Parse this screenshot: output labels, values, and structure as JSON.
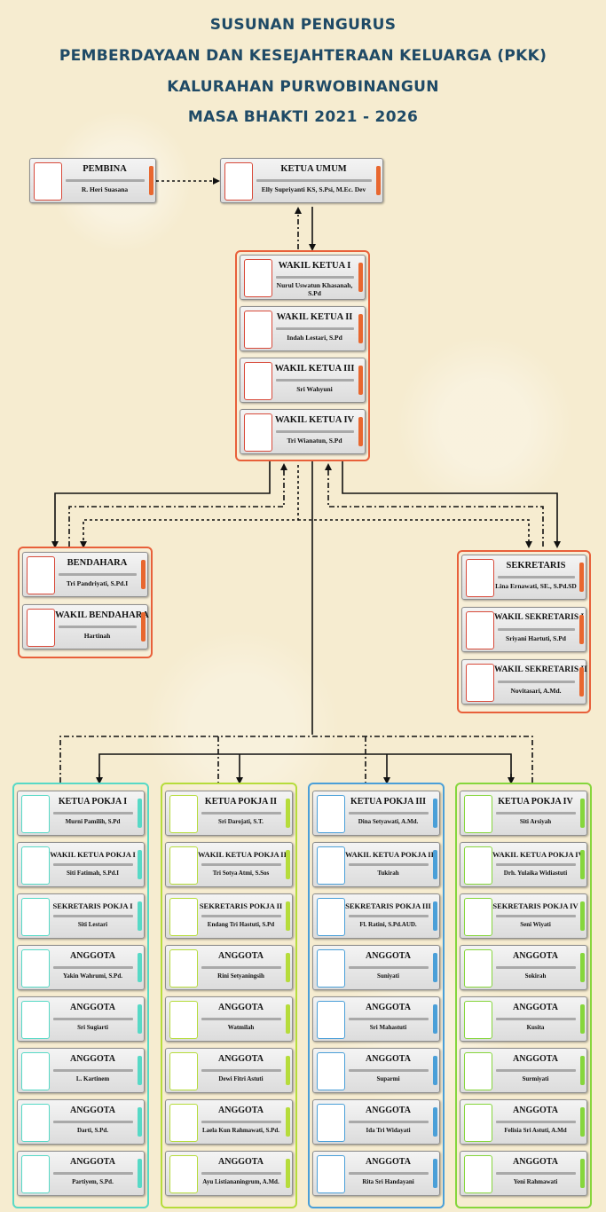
{
  "title": {
    "line1": "SUSUNAN PENGURUS",
    "line2": "PEMBERDAYAAN DAN KESEJAHTERAAN KELUARGA (PKK)",
    "line3": "KALURAHAN PURWOBINANGUN",
    "line4": "MASA BHAKTI 2021 - 2026"
  },
  "colors": {
    "title": "#1f4a66",
    "orange": "#e8672f",
    "pokja1": "#57d9c6",
    "pokja2": "#b6dc3b",
    "pokja3": "#4a9fd8",
    "pokja4": "#86d63c"
  },
  "pembina": {
    "role": "PEMBINA",
    "name": "R. Heri Suasana"
  },
  "ketua_umum": {
    "role": "KETUA UMUM",
    "name": "Elly Supriyanti KS, S.Psi, M.Ec. Dev"
  },
  "wakil_ketua": [
    {
      "role": "WAKIL KETUA I",
      "name": "Nurul Uswatun Khasanah, S.Pd"
    },
    {
      "role": "WAKIL KETUA II",
      "name": "Indah Lestari, S.Pd"
    },
    {
      "role": "WAKIL KETUA III",
      "name": "Sri Wahyuni"
    },
    {
      "role": "WAKIL KETUA IV",
      "name": "Tri Wianatun, S.Pd"
    }
  ],
  "bendahara": [
    {
      "role": "BENDAHARA",
      "name": "Tri Pandriyati, S.Pd.I"
    },
    {
      "role": "WAKIL BENDAHARA",
      "name": "Hartinah"
    }
  ],
  "sekretaris": [
    {
      "role": "SEKRETARIS",
      "name": "Lina Ernawati, SE., S.Pd.SD"
    },
    {
      "role": "WAKIL SEKRETARIS I",
      "name": "Sriyani Hartuti, S.Pd"
    },
    {
      "role": "WAKIL SEKRETARIS II",
      "name": "Novitasari, A.Md."
    }
  ],
  "pokja": [
    {
      "members": [
        {
          "role": "KETUA POKJA I",
          "name": "Murni Pamilih, S.Pd"
        },
        {
          "role": "WAKIL KETUA POKJA I",
          "name": "Siti Fatimah, S.Pd.I"
        },
        {
          "role": "SEKRETARIS POKJA I",
          "name": "Siti Lestari"
        },
        {
          "role": "ANGGOTA",
          "name": "Yakin Wahrumi, S.Pd."
        },
        {
          "role": "ANGGOTA",
          "name": "Sri Sugiarti"
        },
        {
          "role": "ANGGOTA",
          "name": "L. Kartinem"
        },
        {
          "role": "ANGGOTA",
          "name": "Darti, S.Pd."
        },
        {
          "role": "ANGGOTA",
          "name": "Partiyem, S.Pd."
        }
      ]
    },
    {
      "members": [
        {
          "role": "KETUA POKJA II",
          "name": "Sri Darojati, S.T."
        },
        {
          "role": "WAKIL KETUA POKJA II",
          "name": "Tri Sotya Atmi, S.Sos"
        },
        {
          "role": "SEKRETARIS POKJA II",
          "name": "Endang Tri Hastuti, S.Pd"
        },
        {
          "role": "ANGGOTA",
          "name": "Rini Setyaningsih"
        },
        {
          "role": "ANGGOTA",
          "name": "Watmilah"
        },
        {
          "role": "ANGGOTA",
          "name": "Dewi Fitri Astuti"
        },
        {
          "role": "ANGGOTA",
          "name": "Laela Kun Rahmawati, S.Pd."
        },
        {
          "role": "ANGGOTA",
          "name": "Ayu Listiananingrum, A.Md."
        }
      ]
    },
    {
      "members": [
        {
          "role": "KETUA POKJA III",
          "name": "Dina Setyawati, A.Md."
        },
        {
          "role": "WAKIL KETUA POKJA III",
          "name": "Tukirah"
        },
        {
          "role": "SEKRETARIS POKJA III",
          "name": "Fl. Ratini, S.Pd.AUD."
        },
        {
          "role": "ANGGOTA",
          "name": "Suniyati"
        },
        {
          "role": "ANGGOTA",
          "name": "Sri Mahastuti"
        },
        {
          "role": "ANGGOTA",
          "name": "Suparmi"
        },
        {
          "role": "ANGGOTA",
          "name": "Ida Tri Widayati"
        },
        {
          "role": "ANGGOTA",
          "name": "Rita Sri Handayani"
        }
      ]
    },
    {
      "members": [
        {
          "role": "KETUA POKJA IV",
          "name": "Siti Arsiyah"
        },
        {
          "role": "WAKIL KETUA POKJA IV",
          "name": "Drh. Yulaika Widiastuti"
        },
        {
          "role": "SEKRETARIS POKJA IV",
          "name": "Seni Wiyati"
        },
        {
          "role": "ANGGOTA",
          "name": "Sokirah"
        },
        {
          "role": "ANGGOTA",
          "name": "Kusita"
        },
        {
          "role": "ANGGOTA",
          "name": "Surmiyati"
        },
        {
          "role": "ANGGOTA",
          "name": "Felisia Sri Astuti, A.Md"
        },
        {
          "role": "ANGGOTA",
          "name": "Yeni Rahmawati"
        }
      ]
    }
  ]
}
